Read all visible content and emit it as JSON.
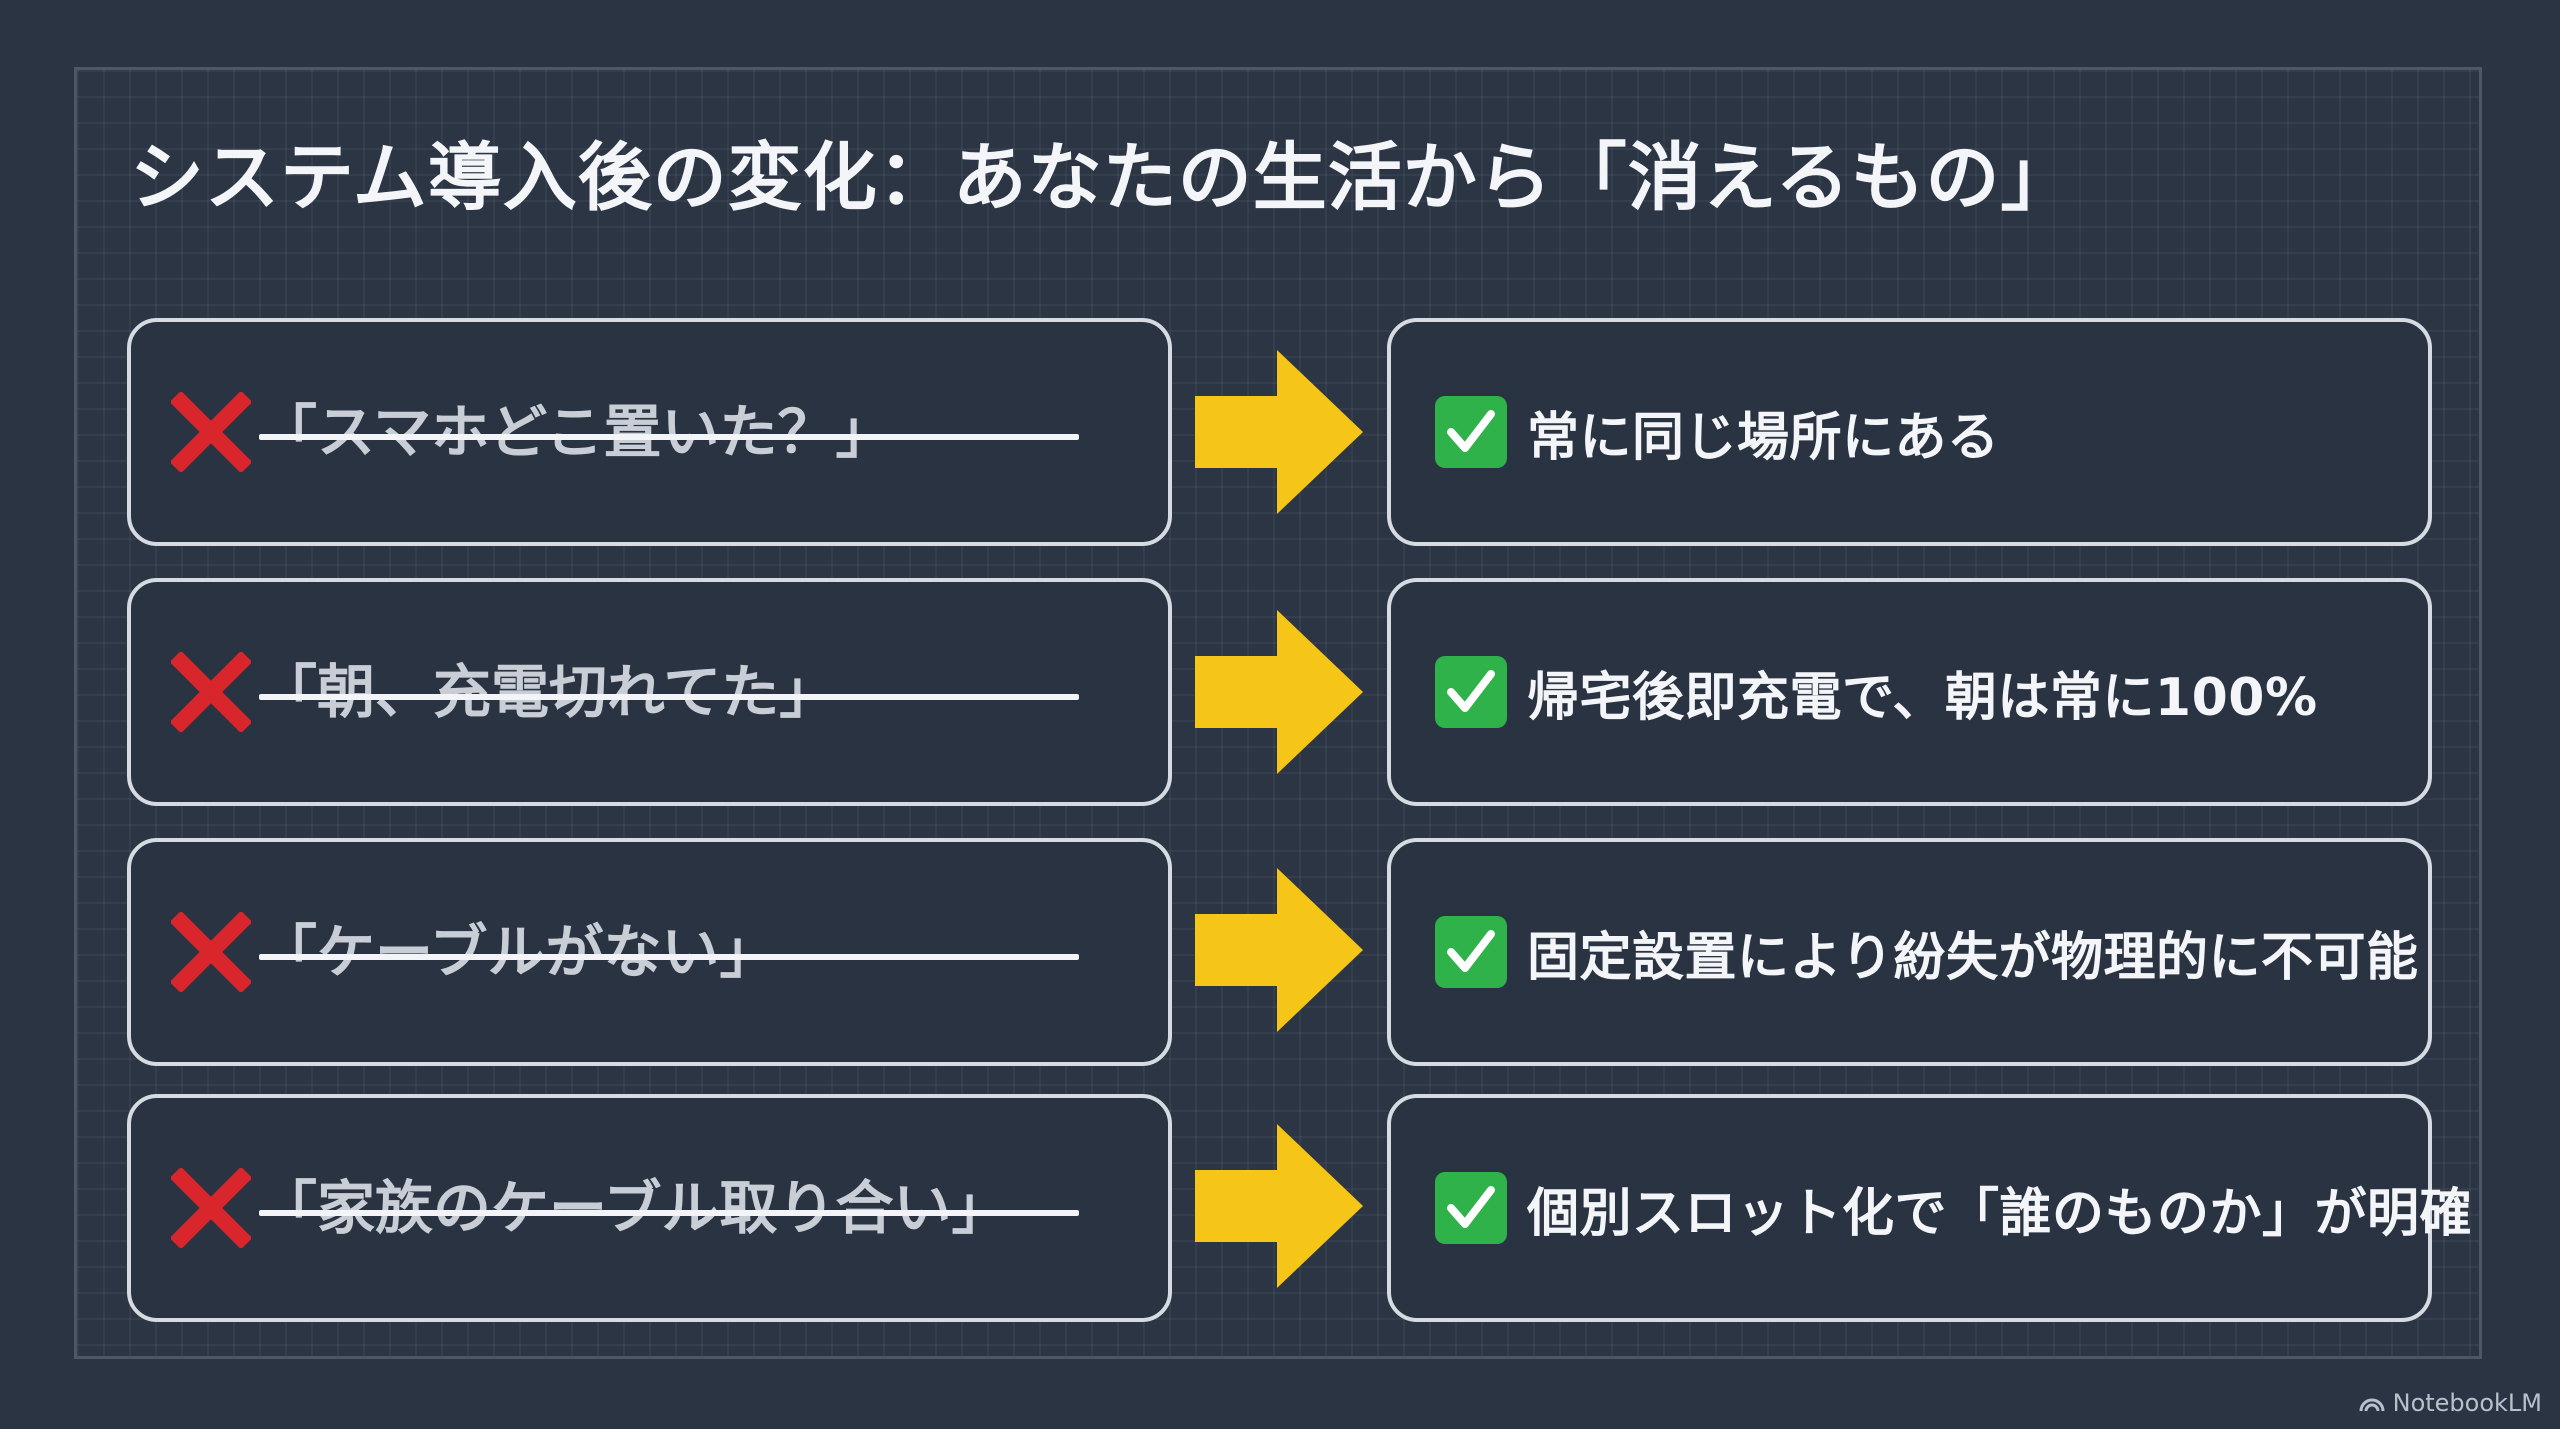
{
  "title": "システム導入後の変化：あなたの生活から「消えるもの」",
  "rows": [
    {
      "old": "「スマホどこ置いた？」",
      "new": "常に同じ場所にある"
    },
    {
      "old": "「朝、充電切れてた」",
      "new": "帰宅後即充電で、朝は常に100%"
    },
    {
      "old": "「ケーブルがない」",
      "new": "固定設置により紛失が物理的に不可能"
    },
    {
      "old": "「家族のケーブル取り合い」",
      "new": "個別スロット化で「誰のものか」が明確"
    }
  ],
  "watermark": "NotebookLM",
  "colors": {
    "background": "#2b3442",
    "arrow": "#f5c518",
    "cross": "#d9262c",
    "check": "#2fb24a"
  },
  "icons": {
    "old_marker": "cross-mark-icon",
    "new_marker": "check-mark-icon",
    "connector": "right-arrow-icon"
  }
}
